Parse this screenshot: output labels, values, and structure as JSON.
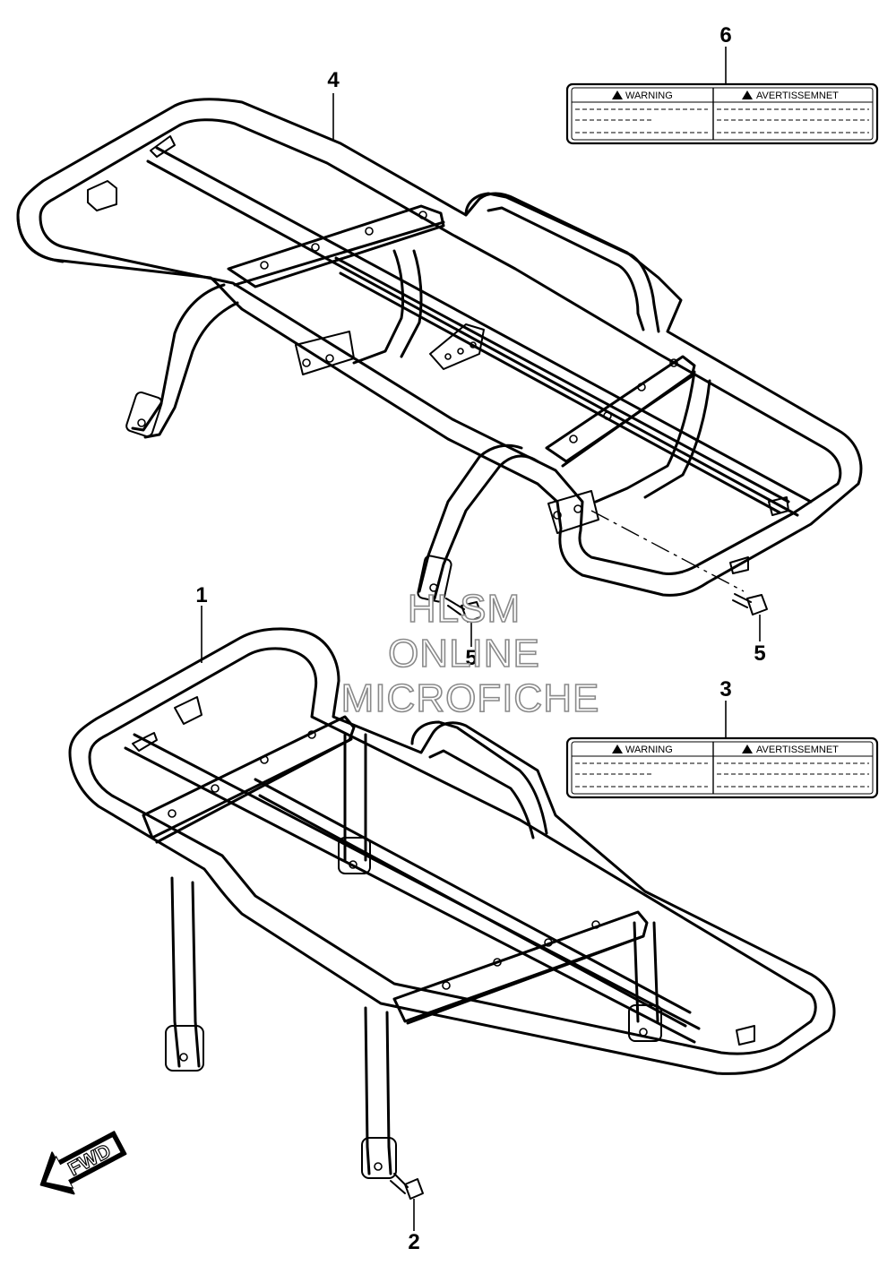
{
  "callouts": {
    "part1": "1",
    "part2": "2",
    "part3": "3",
    "part4": "4",
    "part5a": "5",
    "part5b": "5",
    "part6": "6"
  },
  "labels": {
    "top": {
      "left_header": "WARNING",
      "right_header": "AVERTISSEMNET"
    },
    "bottom": {
      "left_header": "WARNING",
      "right_header": "AVERTISSEMNET"
    }
  },
  "watermark": {
    "line1": "HLSM",
    "line2": "ONLINE",
    "line3": "MICROFICHE"
  },
  "direction": {
    "text": "FWD"
  }
}
